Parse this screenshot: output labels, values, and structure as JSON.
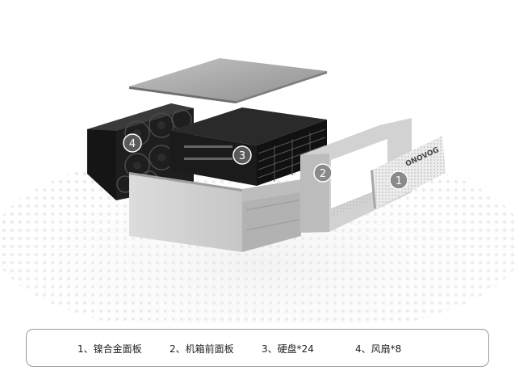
{
  "callouts": [
    "1",
    "2",
    "3",
    "4"
  ],
  "brand_text": "ONOVOG",
  "legend": [
    {
      "label": "1、镍合金面板"
    },
    {
      "label": "2、机箱前面板"
    },
    {
      "label": "3、硬盘*24"
    },
    {
      "label": "4、风扇*8"
    }
  ],
  "colors": {
    "callout_fill": "#5a5a5a",
    "callout_stroke": "#ffffff",
    "legend_border": "#9a9a9a",
    "metal_light": "#d8d8d8",
    "metal_dark": "#1e1e1e"
  }
}
